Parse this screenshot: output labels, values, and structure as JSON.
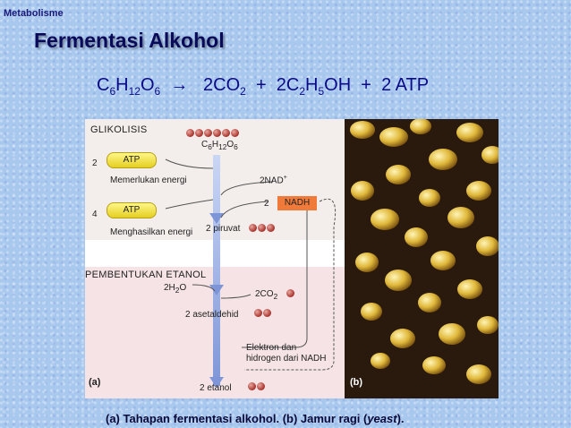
{
  "section_label": "Metabolisme",
  "title": "Fermentasi Alkohol",
  "equation": {
    "glucose": {
      "c": "C",
      "c_sub": "6",
      "h": "H",
      "h_sub": "12",
      "o": "O",
      "o_sub": "6"
    },
    "arrow": "→",
    "term1": {
      "coef": "2CO",
      "sub": "2"
    },
    "plus1": "+",
    "term2": {
      "pre": "2C",
      "sub1": "2",
      "mid": "H",
      "sub2": "5",
      "post": "OH"
    },
    "plus2": "+",
    "term3": "2 ATP"
  },
  "figure": {
    "glikolisis": "GLIKOLISIS",
    "glucose": {
      "c": "C",
      "c_sub": "6",
      "h": "H",
      "h_sub": "12",
      "o": "O",
      "o_sub": "6"
    },
    "atp1_count": "2",
    "atp_label": "ATP",
    "memerlukan": "Memerlukan energi",
    "atp2_count": "4",
    "menghasilkan": "Menghasilkan energi",
    "nad_text": "2NAD",
    "nad_sup": "+",
    "nadh_count": "2",
    "nadh_label": "NADH",
    "piruvat": "2 piruvat",
    "pembentukan": "PEMBENTUKAN ETANOL",
    "h2o": {
      "pre": "2H",
      "sub": "2",
      "post": "O"
    },
    "co2": {
      "pre": "2CO",
      "sub": "2"
    },
    "asetaldehid": "2 asetaldehid",
    "elektron1": "Elektron dan",
    "elektron2": "hidrogen dari NADH",
    "etanol": "2 etanol",
    "label_a": "(a)",
    "label_b": "(b)"
  },
  "caption": {
    "part1": "(a) Tahapan fermentasi alkohol. (b) Jamur ragi (",
    "italic": "yeast",
    "part2": ")."
  }
}
